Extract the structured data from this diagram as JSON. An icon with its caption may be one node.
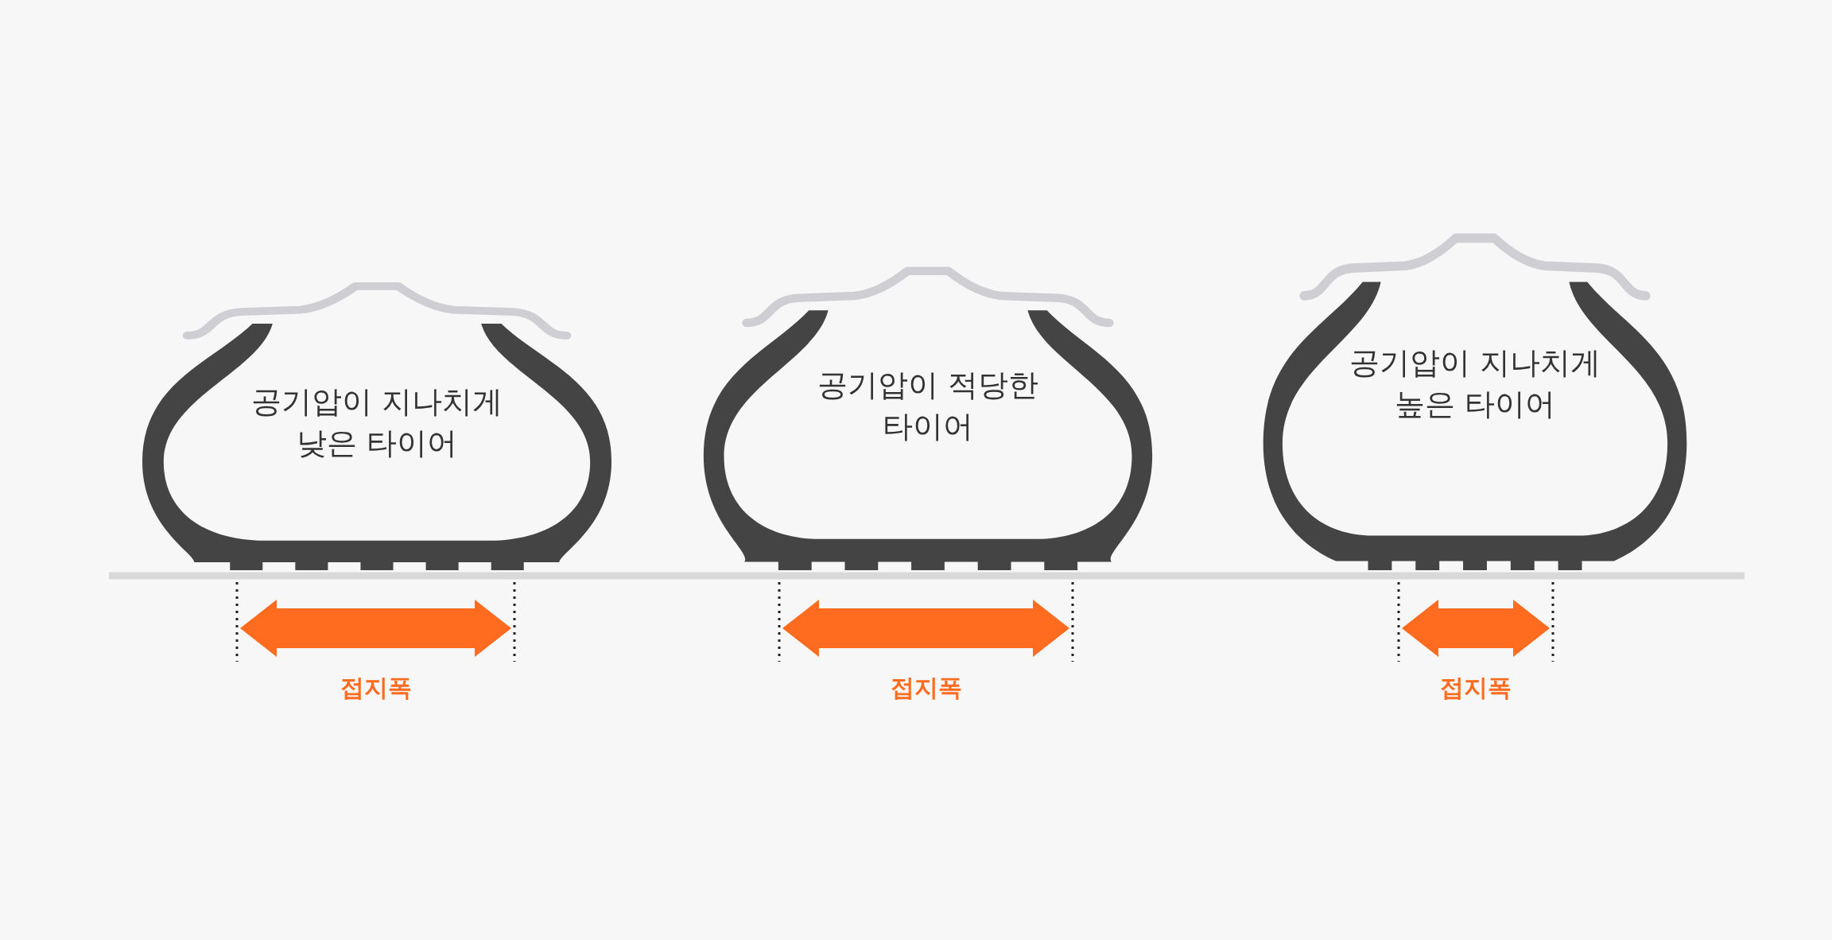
{
  "diagram": {
    "nodes": [
      {
        "text": [
          "공기압이 지나치게 낮은 타이어"
        ]
      },
      {
        "text": [
          "공기압이 적당한 타이어"
        ]
      },
      {
        "text": [
          "공기압이 지나치게 높은 타이어"
        ]
      }
    ],
    "labels": [
      "접지폭",
      "접지폭",
      "접지폭"
    ]
  }
}
